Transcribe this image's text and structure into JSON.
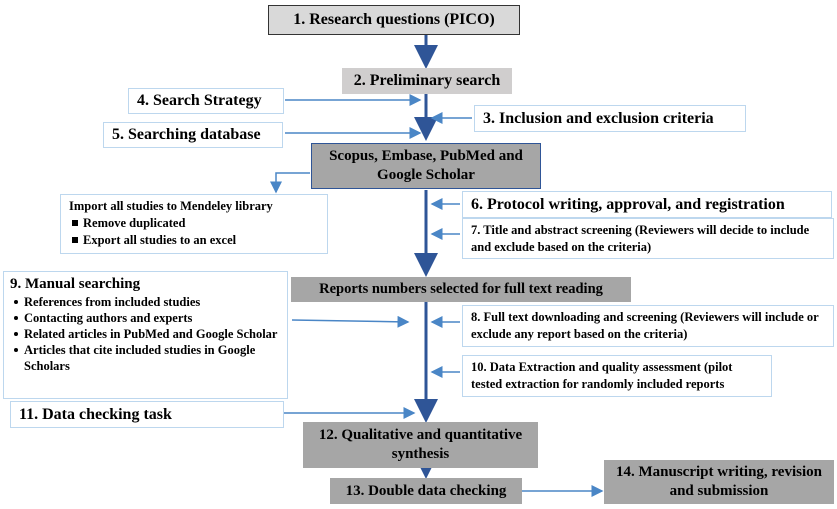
{
  "colors": {
    "arrow": "#4a86c6",
    "main_arrow": "#2f5597",
    "gray_box": "#bfbfbf",
    "dark_gray_box": "#a6a6a6",
    "border": "#bdd7ee"
  },
  "nodes": {
    "research_questions": "1. Research questions (PICO)",
    "preliminary_search": "2. Preliminary search",
    "search_strategy": "4. Search Strategy",
    "inclusion_exclusion": "3. Inclusion and exclusion criteria",
    "searching_database": "5. Searching database",
    "databases": "Scopus, Embase, PubMed and Google Scholar",
    "mendeley": {
      "title": "Import all studies to Mendeley library",
      "items": [
        "Remove duplicated",
        "Export all studies to an excel"
      ]
    },
    "protocol": "6. Protocol writing, approval, and registration",
    "title_abstract": "7. Title and abstract screening (Reviewers will decide to include and exclude based on the criteria)",
    "manual_search": {
      "title": "9. Manual searching",
      "items": [
        "References from included studies",
        "Contacting authors and experts",
        "Related articles in PubMed and Google Scholar",
        "Articles that cite included studies in Google Scholars"
      ]
    },
    "reports_selected": "Reports numbers selected for full text reading",
    "full_text": "8. Full text downloading and screening (Reviewers will include or exclude any report based on the criteria)",
    "data_extraction": "10. Data Extraction and quality assessment (pilot tested extraction for randomly included reports",
    "data_checking": "11. Data checking task",
    "synthesis": "12. Qualitative and quantitative synthesis",
    "double_check": "13. Double data checking",
    "manuscript": "14. Manuscript writing, revision and submission"
  }
}
